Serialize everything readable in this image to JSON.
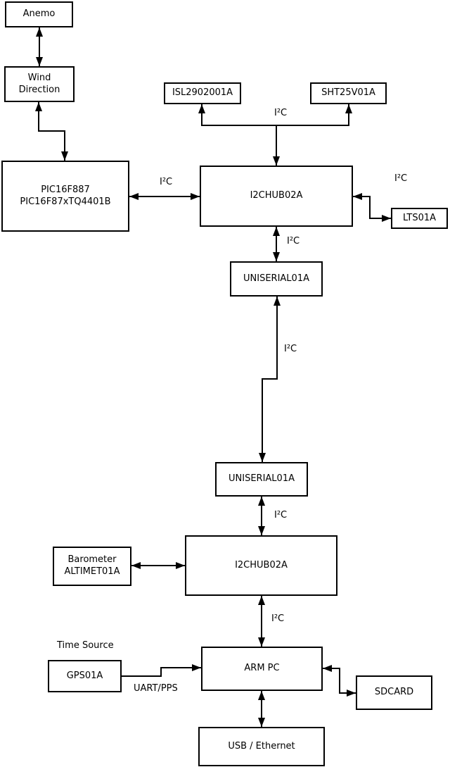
{
  "diagram": {
    "nodes": {
      "anemo": {
        "label": "Anemo"
      },
      "wind_direction": {
        "label": "Wind\nDirection"
      },
      "pic": {
        "label": "PIC16F887\nPIC16F87xTQ4401B"
      },
      "isl": {
        "label": "ISL2902001A"
      },
      "sht": {
        "label": "SHT25V01A"
      },
      "i2chub_top": {
        "label": "I2CHUB02A"
      },
      "lts": {
        "label": "LTS01A"
      },
      "uniserial_top": {
        "label": "UNISERIAL01A"
      },
      "uniserial_bottom": {
        "label": "UNISERIAL01A"
      },
      "i2chub_bottom": {
        "label": "I2CHUB02A"
      },
      "barometer": {
        "label": "Barometer\nALTIMET01A"
      },
      "arm_pc": {
        "label": "ARM PC"
      },
      "gps": {
        "label": "GPS01A"
      },
      "sdcard": {
        "label": "SDCARD"
      },
      "usb_ethernet": {
        "label": "USB / Ethernet"
      }
    },
    "edge_labels": {
      "i2c_sensor_bus": "I²C",
      "i2c_pic_hub": "I²C",
      "i2c_hub_lts": "I²C",
      "i2c_hub_uniserial": "I²C",
      "i2c_uniserial_link": "I²C",
      "i2c_uniserial_hub2": "I²C",
      "i2c_hub2_armpc": "I²C",
      "time_source": "Time Source",
      "uart_pps": "UART/PPS"
    },
    "colors": {
      "line": "#000000",
      "background": "#ffffff"
    }
  }
}
